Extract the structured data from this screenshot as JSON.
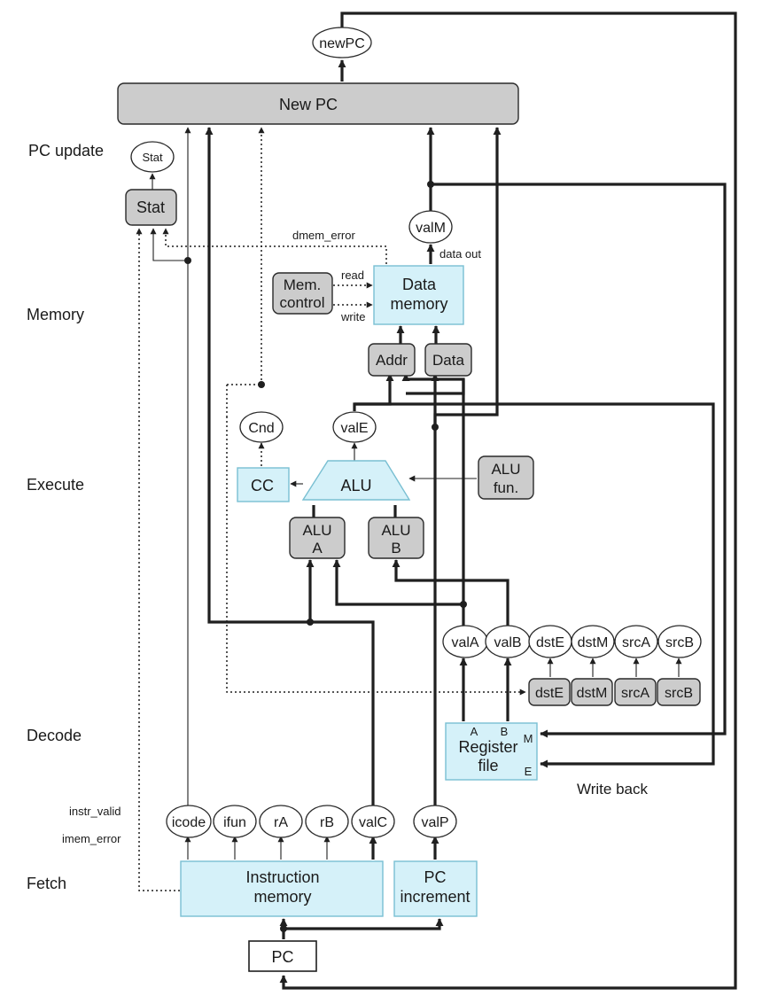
{
  "stages": {
    "pc_update": "PC update",
    "memory": "Memory",
    "execute": "Execute",
    "decode": "Decode",
    "fetch": "Fetch"
  },
  "blocks": {
    "new_pc": "New PC",
    "stat": "Stat",
    "mem_control": [
      "Mem.",
      "control"
    ],
    "data_memory": [
      "Data",
      "memory"
    ],
    "addr": "Addr",
    "data": "Data",
    "cc": "CC",
    "alu": "ALU",
    "alu_fun": [
      "ALU",
      "fun."
    ],
    "alu_a": [
      "ALU",
      "A"
    ],
    "alu_b": [
      "ALU",
      "B"
    ],
    "register_file": [
      "Register",
      "file"
    ],
    "register_ports": {
      "a": "A",
      "b": "B",
      "m": "M",
      "e": "E"
    },
    "instruction_memory": [
      "Instruction",
      "memory"
    ],
    "pc_increment": [
      "PC",
      "increment"
    ],
    "pc": "PC"
  },
  "signals": {
    "newpc": "newPC",
    "stat": "Stat",
    "valm": "valM",
    "cnd": "Cnd",
    "vale": "valE",
    "decode_out": [
      "valA",
      "valB",
      "dstE",
      "dstM",
      "srcA",
      "srcB"
    ],
    "decode_regs": [
      "dstE",
      "dstM",
      "srcA",
      "srcB"
    ],
    "fetch_out": [
      "icode",
      "ifun",
      "rA",
      "rB",
      "valC"
    ],
    "valp": "valP"
  },
  "labels": {
    "dmem_error": "dmem_error",
    "data_out": "data out",
    "read": "read",
    "write": "write",
    "write_back": "Write back",
    "instr_valid": "instr_valid",
    "imem_error": "imem_error"
  },
  "colors": {
    "hardware_unit": "#d5f1f9",
    "control_block": "#cccccc",
    "wire": "#1f1f1f"
  }
}
